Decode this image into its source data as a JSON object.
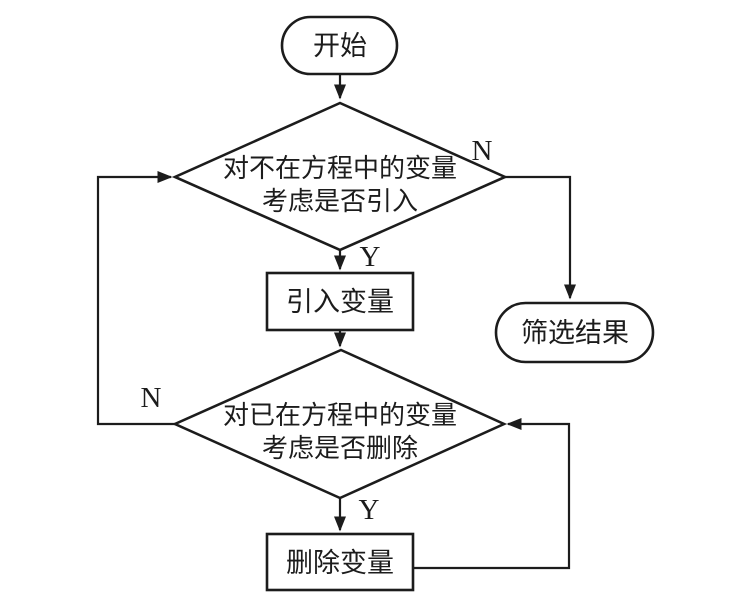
{
  "figure": {
    "background": "#ffffff",
    "line_color": "#1c1c1c",
    "type": "flowchart"
  },
  "nodes": {
    "start": {
      "type": "terminator",
      "label": "开始"
    },
    "decision_introduce": {
      "type": "decision",
      "line1": "对不在方程中的变量",
      "line2": "考虑是否引入"
    },
    "process_introduce": {
      "type": "process",
      "label": "引入变量"
    },
    "terminator_result": {
      "type": "terminator",
      "label": "筛选结果"
    },
    "decision_delete": {
      "type": "decision",
      "line1": "对已在方程中的变量",
      "line2": "考虑是否删除"
    },
    "process_delete": {
      "type": "process",
      "label": "删除变量"
    }
  },
  "edge_labels": {
    "introduce_no": "N",
    "introduce_yes": "Y",
    "delete_no": "N",
    "delete_yes": "Y"
  }
}
